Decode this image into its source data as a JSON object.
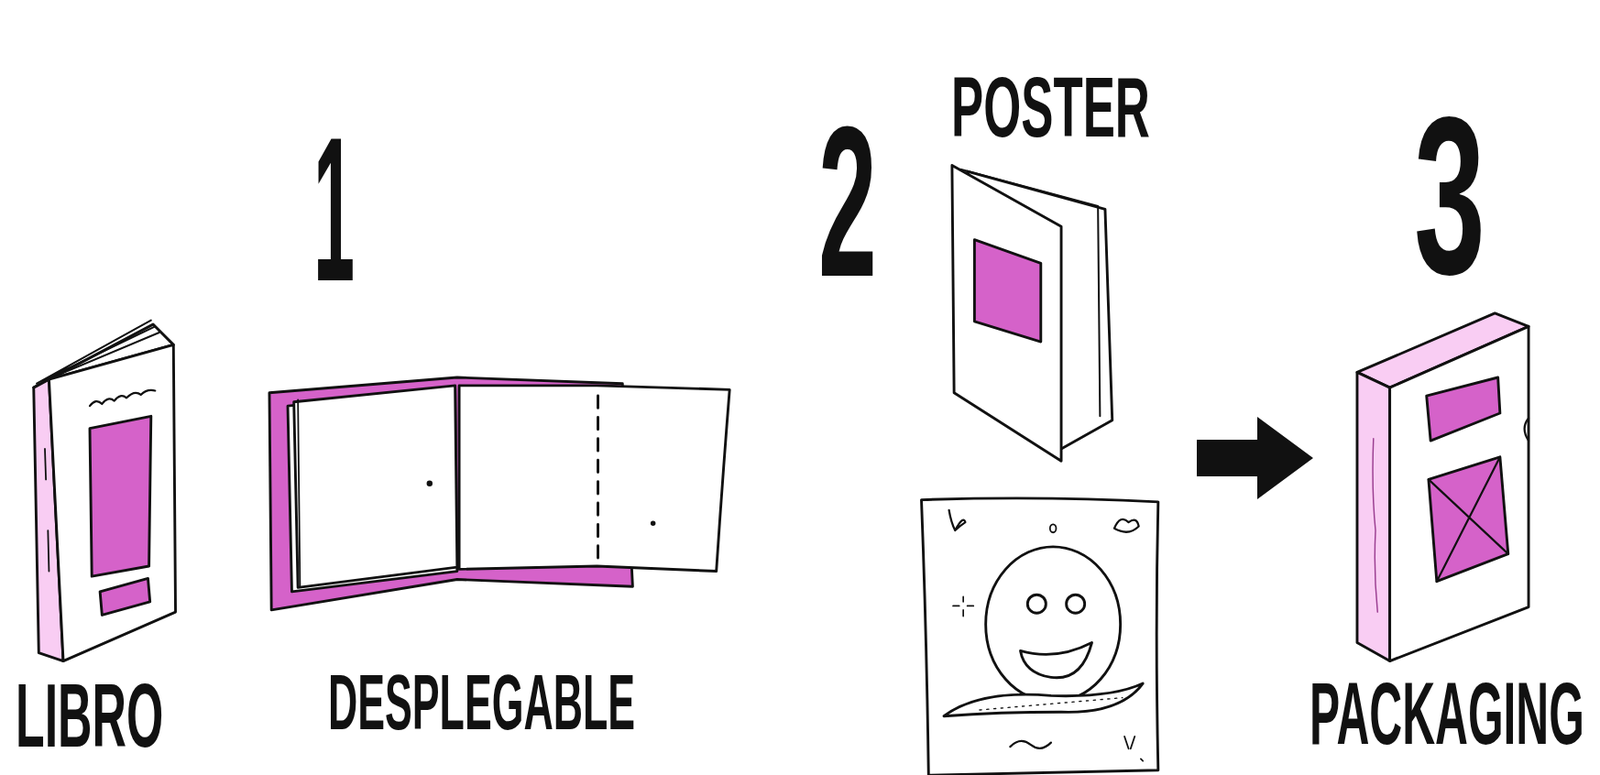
{
  "diagram": {
    "nodes": [
      {
        "text": [
          "LIBRO"
        ]
      },
      {
        "text": [
          "DESPLEGABLE"
        ]
      },
      {
        "text": [
          "POSTER"
        ]
      },
      {
        "text": [
          "PACKAGING"
        ]
      }
    ],
    "edges": [
      {
        "from": 2,
        "to": 3,
        "arrow": "to"
      }
    ],
    "labels": [
      "1",
      "2",
      "3"
    ]
  }
}
